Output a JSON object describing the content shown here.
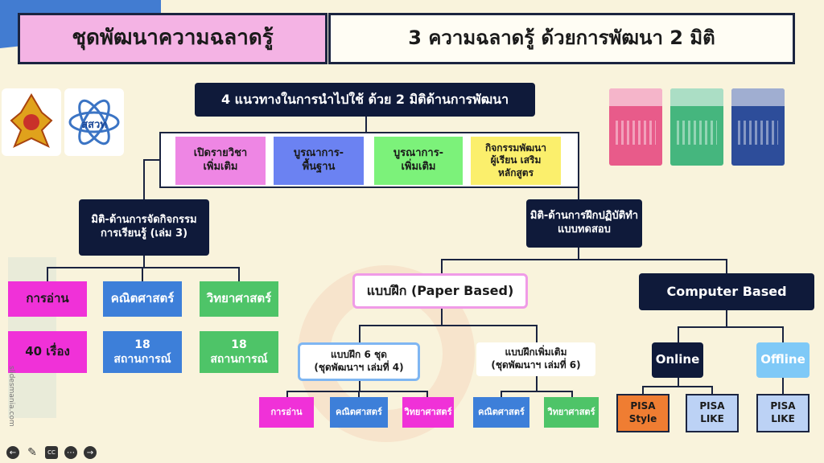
{
  "header": {
    "left_title": "ชุดพัฒนาความฉลาดรู้",
    "right_title": "3 ความฉลาดรู้ ด้วยการพัฒนา 2 มิติ"
  },
  "logos": {
    "ipst_text": "สสวท"
  },
  "root": {
    "label": "4 แนวทางในการนำไปใช้ ด้วย 2 มิติด้านการพัฒนา"
  },
  "approaches": [
    {
      "label": "เปิดรายวิชา\nเพิ่มเติม",
      "color": "#ee86e4"
    },
    {
      "label": "บูรณาการ-\nพื้นฐาน",
      "color": "#6b82f2"
    },
    {
      "label": "บูรณาการ-\nเพิ่มเติม",
      "color": "#7cf27a"
    },
    {
      "label": "กิจกรรมพัฒนา\nผู้เรียน เสริม\nหลักสูตร",
      "color": "#fbef6c"
    }
  ],
  "dimension_left": {
    "label": "มิติ-ด้านการจัดกิจกรรม\nการเรียนรู้ (เล่ม 3)",
    "subjects": [
      {
        "name": "การอ่าน",
        "detail": "40 เรื่อง",
        "color": "#f031d8"
      },
      {
        "name": "คณิตศาสตร์",
        "detail": "18\nสถานการณ์",
        "color": "#3d7fd9"
      },
      {
        "name": "วิทยาศาสตร์",
        "detail": "18\nสถานการณ์",
        "color": "#4ec468"
      }
    ]
  },
  "dimension_right": {
    "label": "มิติ-ด้านการฝึกปฏิบัติทำ\nแบบทดสอบ",
    "paper": {
      "label": "แบบฝึก (Paper Based)",
      "set6": {
        "label": "แบบฝึก 6 ชุด\n(ชุดพัฒนาฯ เล่มที่ 4)",
        "items": [
          {
            "name": "การอ่าน",
            "color": "#f031d8"
          },
          {
            "name": "คณิตศาสตร์",
            "color": "#3d7fd9"
          },
          {
            "name": "วิทยาศาสตร์",
            "color": "#f031d8"
          }
        ]
      },
      "extra": {
        "label": "แบบฝึกเพิ่มเติม\n(ชุดพัฒนาฯ เล่มที่ 6)",
        "items": [
          {
            "name": "คณิตศาสตร์",
            "color": "#3d7fd9"
          },
          {
            "name": "วิทยาศาสตร์",
            "color": "#4ec468"
          }
        ]
      }
    },
    "computer": {
      "label": "Computer Based",
      "online": {
        "label": "Online",
        "items": [
          {
            "name": "PISA\nStyle",
            "color": "#ef7d32"
          },
          {
            "name": "PISA\nLIKE",
            "color": "#bcd2f5"
          }
        ]
      },
      "offline": {
        "label": "Offline",
        "items": [
          {
            "name": "PISA\nLIKE",
            "color": "#bcd2f5"
          }
        ]
      }
    }
  },
  "watermark": "slidesmania.com",
  "colors": {
    "navy": "#0f1a3a",
    "title_pink": "#f4b3e4",
    "cream": "#f9f3dc"
  }
}
